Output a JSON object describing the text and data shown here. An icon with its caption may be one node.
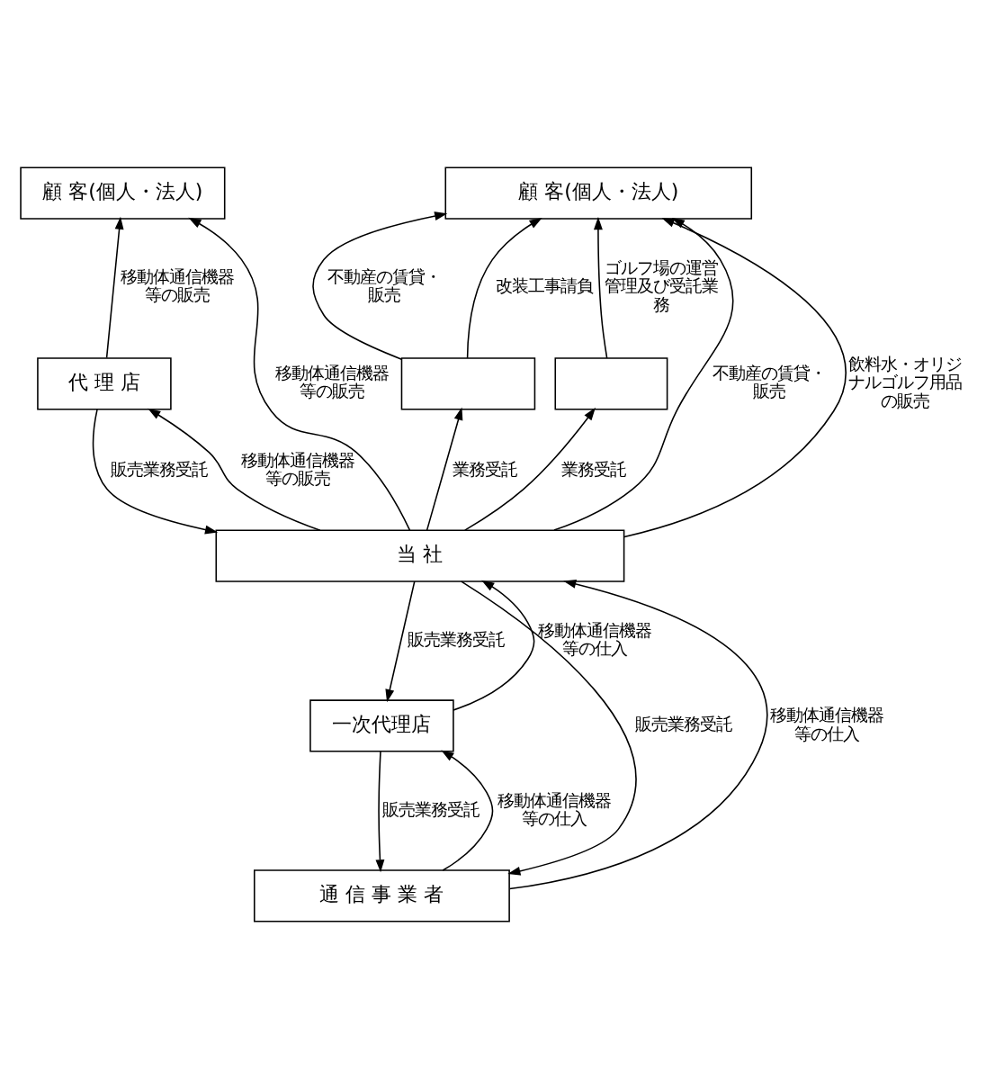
{
  "diagram": {
    "nodes": [
      {
        "text": [
          "顧 客(個人・法人)"
        ]
      },
      {
        "text": [
          "顧 客(個人・法人)"
        ]
      },
      {
        "text": [
          "代 理 店"
        ]
      },
      {
        "text": [],
        "shape": "box"
      },
      {
        "text": [],
        "shape": "box"
      },
      {
        "text": [
          "当 社"
        ]
      },
      {
        "text": [
          "一次代理店"
        ]
      },
      {
        "text": [
          "通 信 事 業 者"
        ]
      }
    ],
    "edges": [
      {
        "from": 2,
        "to": 0,
        "arrow": "to",
        "label": "移動体通信機器等の販売"
      },
      {
        "from": 5,
        "to": 0,
        "arrow": "to",
        "label": "移動体通信機器等の販売"
      },
      {
        "from": 2,
        "to": 5,
        "arrow": "to",
        "label": "販売業務受託"
      },
      {
        "from": 5,
        "to": 2,
        "arrow": "to",
        "label": "移動体通信機器等の販売"
      },
      {
        "from": 3,
        "to": 1,
        "arrow": "to",
        "label": "不動産の賃貸・販売"
      },
      {
        "from": 5,
        "to": 1,
        "arrow": "to",
        "label": "不動産の賃貸・販売"
      },
      {
        "from": 3,
        "to": 1,
        "arrow": "to",
        "label": "改装工事請負"
      },
      {
        "from": 5,
        "to": 3,
        "arrow": "to",
        "label": "業務受託"
      },
      {
        "from": 4,
        "to": 1,
        "arrow": "to",
        "label": "ゴルフ場の運営管理及び受託業務"
      },
      {
        "from": 5,
        "to": 4,
        "arrow": "to",
        "label": "業務受託"
      },
      {
        "from": 5,
        "to": 1,
        "arrow": "to",
        "label": "飲料水・オリジナルゴルフ用品の販売"
      },
      {
        "from": 6,
        "to": 5,
        "arrow": "to",
        "label": "移動体通信機器等の仕入"
      },
      {
        "from": 5,
        "to": 6,
        "arrow": "to",
        "label": "販売業務受託"
      },
      {
        "from": 7,
        "to": 5,
        "arrow": "to",
        "label": "移動体通信機器等の仕入"
      },
      {
        "from": 5,
        "to": 7,
        "arrow": "to",
        "label": "販売業務受託"
      },
      {
        "from": 7,
        "to": 6,
        "arrow": "to",
        "label": "移動体通信機器等の仕入"
      },
      {
        "from": 6,
        "to": 7,
        "arrow": "to",
        "label": "販売業務受託"
      }
    ]
  }
}
